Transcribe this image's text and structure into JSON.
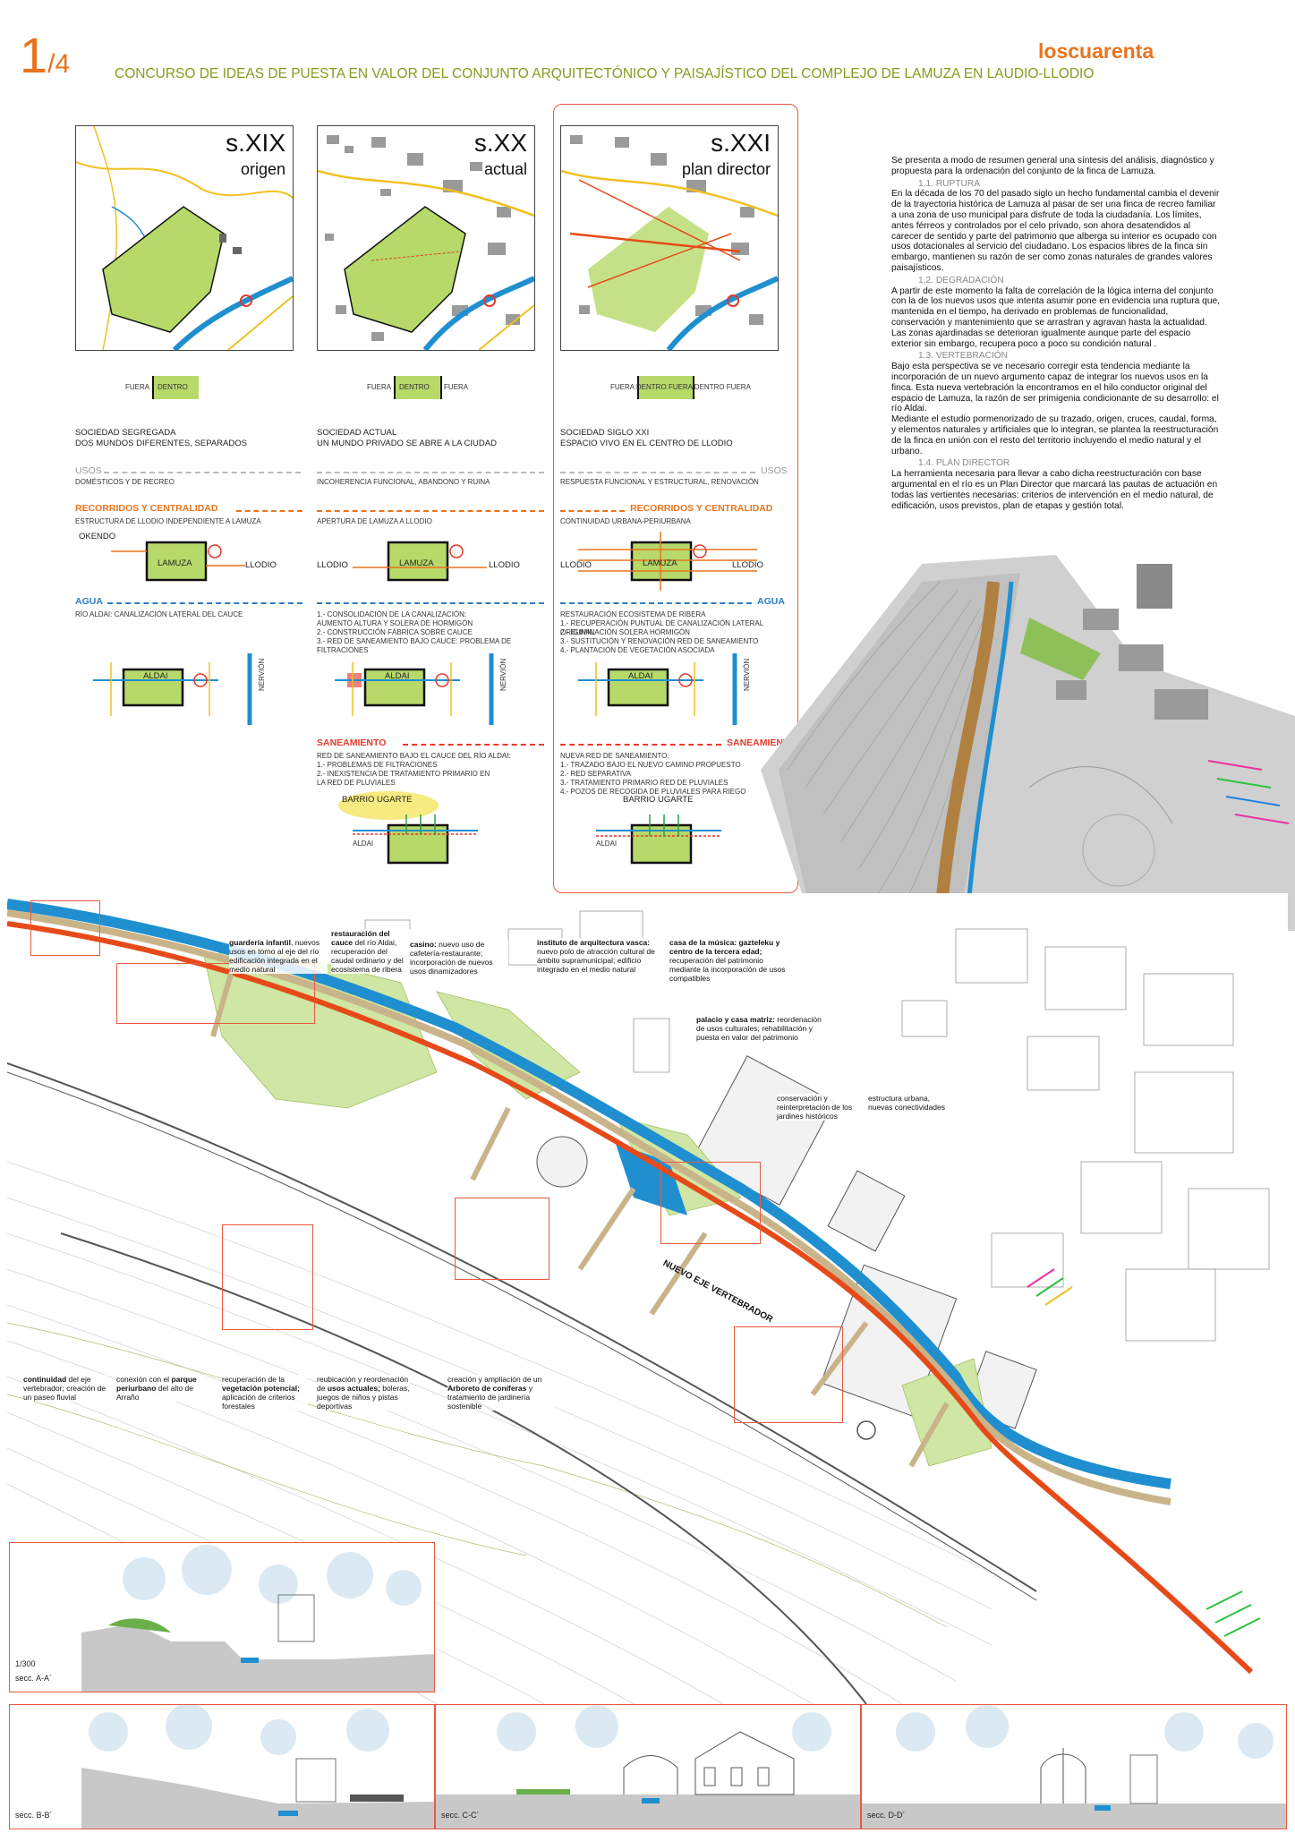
{
  "header": {
    "sheet_number": "1",
    "sheet_total": "/4",
    "title": "CONCURSO DE IDEAS DE PUESTA EN VALOR DEL CONJUNTO ARQUITECTÓNICO Y PAISAJÍSTICO DEL COMPLEJO DE LAMUZA EN LAUDIO-LLODIO",
    "brand": "loscuarenta"
  },
  "colors": {
    "brand_orange": "#e8741e",
    "accent_green": "#8a9a1e",
    "lawn_green": "#b6d96a",
    "river_blue": "#1f8fd0",
    "path_red": "#e64a19"
  },
  "maps": [
    {
      "era": "s.XIX",
      "subtitle": "origen"
    },
    {
      "era": "s.XX",
      "subtitle": "actual"
    },
    {
      "era": "s.XXI",
      "subtitle": "plan director"
    }
  ],
  "schemes": {
    "col1": {
      "fuera": "FUERA",
      "dentro": "DENTRO",
      "society_a": "SOCIEDAD SEGREGADA",
      "society_b": "DOS MUNDOS DIFERENTES, SEPARADOS",
      "usos_h": "USOS",
      "usos_t": "DOMÉSTICOS Y DE RECREO",
      "rec_h": "RECORRIDOS Y CENTRALIDAD",
      "rec_t": "ESTRUCTURA DE LLODIO INDEPENDIENTE A LAMUZA",
      "okendo": "OKENDO",
      "lamuza": "LAMUZA",
      "llodio": "LLODIO",
      "agua_h": "AGUA",
      "agua_t": "RÍO ALDAI: CANALIZACIÓN LATERAL DEL CAUCE",
      "aldai": "ALDAI",
      "nervion": "NERVIÓN"
    },
    "col2": {
      "fuera": "FUERA",
      "dentro": "DENTRO",
      "fuera2": "FUERA",
      "society_a": "SOCIEDAD ACTUAL",
      "society_b": "UN MUNDO PRIVADO SE ABRE A LA CIUDAD",
      "usos_t": "INCOHERENCIA FUNCIONAL, ABANDONO Y RUINA",
      "rec_t": "APERTURA DE LAMUZA A LLODIO",
      "llodio": "LLODIO",
      "lamuza": "LAMUZA",
      "llodio2": "LLODIO",
      "agua_list": [
        "1.- CONSOLIDACIÓN DE LA CANALIZACIÓN: AUMENTO ALTURA Y SOLERA DE HORMIGÓN",
        "2.- CONSTRUCCIÓN FÁBRICA SOBRE CAUCE",
        "3.- RED DE SANEAMIENTO BAJO CAUCE: PROBLEMA DE FILTRACIONES"
      ],
      "aldai": "ALDAI",
      "nervion": "NERVIÓN",
      "san_h": "SANEAMIENTO",
      "san_t": "RED DE SANEAMIENTO BAJO EL CAUCE DEL RÍO ALDAI:",
      "san_list": [
        "1.- PROBLEMAS DE FILTRACIONES",
        "2.- INEXISTENCIA DE TRATAMIENTO PRIMARIO EN LA RED DE PLUVIALES"
      ],
      "barrio": "BARRIO UGARTE",
      "aldai2": "ALDAI"
    },
    "col3": {
      "fuera_row": "FUERA DENTRO FUERA DENTRO FUERA",
      "society_a": "SOCIEDAD SIGLO XXI",
      "society_b": "ESPACIO VIVO EN EL CENTRO DE LLODIO",
      "usos_h": "USOS",
      "usos_t": "RESPUESTA FUNCIONAL Y ESTRUCTURAL, RENOVACIÓN",
      "rec_h": "RECORRIDOS Y CENTRALIDAD",
      "rec_t": "CONTINUIDAD URBANA-PERIURBANA",
      "llodio": "LLODIO",
      "lamuza": "LAMUZA",
      "llodio2": "LLODIO",
      "agua_h": "AGUA",
      "agua_list": [
        "RESTAURACIÓN ECOSISTEMA DE RIBERA",
        "1.- RECUPERACIÓN PUNTUAL DE CANALIZACIÓN LATERAL ORIGINAL",
        "2.- ELIMINACIÓN SOLERA HORMIGÓN",
        "3.- SUSTITUCIÓN Y RENOVACIÓN RED DE SANEAMIENTO",
        "4.- PLANTACIÓN DE VEGETACIÓN ASOCIADA"
      ],
      "aldai": "ALDAI",
      "nervion": "NERVIÓN",
      "san_h": "SANEAMIENTO",
      "san_t": "NUEVA RED DE SANEAMIENTO:",
      "san_list": [
        "1.- TRAZADO BAJO EL NUEVO CAMINO PROPUESTO",
        "2.- RED SEPARATIVA",
        "3.- TRATAMIENTO PRIMARIO RED DE PLUVIALES",
        "4.- POZOS DE RECOGIDA DE PLUVIALES PARA RIEGO"
      ],
      "barrio": "BARRIO UGARTE",
      "aldai2": "ALDAI"
    }
  },
  "intro": {
    "lead": "Se presenta a modo de resumen general una síntesis del análisis, diagnóstico y propuesta para  la ordenación del conjunto de la finca de Lamuza.",
    "sections": [
      {
        "head": "1.1.    RUPTURA",
        "body": "En la década de los 70 del pasado siglo un hecho fundamental cambia el devenir de la trayectoria histórica de Lamuza al pasar de ser una finca de recreo familiar a una zona de uso municipal para disfrute de toda la ciudadanía. Los límites, antes férreos y controlados por el celo privado, son ahora desatendidos al carecer de sentido y parte del patrimonio que alberga su interior es ocupado con usos dotacionales al servicio del ciudadano. Los espacios libres de la finca sin embargo, mantienen su razón de ser como zonas naturales de grandes valores paisajísticos."
      },
      {
        "head": "1.2.    DEGRADACIÓN",
        "body": "A partir de este momento la falta de correlación de la lógica interna del conjunto con la de los nuevos usos que intenta asumir pone en evidencia una ruptura que,  mantenida en el tiempo, ha derivado en problemas de funcionalidad, conservación y mantenimiento que se arrastran y agravan hasta la actualidad. Las zonas ajardinadas se deterioran igualmente aunque parte del espacio exterior sin embargo, recupera poco a poco su condición natural ."
      },
      {
        "head": "1.3.    VERTEBRACIÓN",
        "body": "Bajo esta perspectiva se ve necesario corregir esta tendencia mediante la incorporación de un nuevo argumento capaz de integrar los nuevos usos en la finca. Esta nueva vertebración la encontramos en el hilo conductor original del espacio de Lamuza, la razón de ser primigenia condicionante de su desarrollo: el río Aldai.\nMediante el estudio pormenorizado de su trazado, origen, cruces, caudal, forma, y elementos naturales y artificiales que lo integran, se plantea la reestructuración de la finca en unión con el resto del territorio incluyendo el medio natural y el urbano."
      },
      {
        "head": "1.4.    PLAN DIRECTOR",
        "body": "La herramienta  necesaria para llevar a cabo dicha reestructuración con base argumental en el río es un Plan Director que marcará las pautas de actuación en todas las vertientes necesarias: criterios de intervención en el medio natural, de edificación, usos previstos, plan de etapas y gestión total."
      }
    ]
  },
  "plan_notes": {
    "guarderia": {
      "b": "guardería infantil",
      "t": ", nuevos usos en torno al eje del río edificación integrada en el medio natural"
    },
    "restauracion": {
      "b": "restauración del cauce",
      "t": " del río Aldai, recuperación del caudal ordinario y del ecosistema de ribera"
    },
    "casino": {
      "b": "casino:",
      "t": " nuevo uso de cafetería-restaurante; incorporación de nuevos usos dinamizadores"
    },
    "instituto": {
      "b": "instituto de arquitectura vasca:",
      "t": " nuevo polo de atracción cultural de ámbito supramunicipal; edificio integrado en el medio natural"
    },
    "casa_musica": {
      "b": "casa de la música: gazteleku y centro de la tercera edad;",
      "t": " recuperación del patrimonio mediante la incorporación de usos compatibles"
    },
    "palacio": {
      "b": "palacio y casa matriz:",
      "t": " reordenación de usos culturales; rehabilitación y puesta en valor del patrimonio"
    },
    "conservacion": {
      "t": "conservación y reinterpretación de los jardines históricos"
    },
    "estructura": {
      "t": "estructura urbana, nuevas conectividades"
    },
    "continuidad": {
      "b": "continuidad",
      "t": " del eje vertebrador; creación de un paseo fluvial"
    },
    "conexion": {
      "pre": "conexión con el ",
      "b": "parque periurbano",
      "t": " del alto de Arraño"
    },
    "recuperacion": {
      "pre": "recuperación de la ",
      "b": "vegetación potencial;",
      "t": " aplicación de criterios forestales"
    },
    "reubicacion": {
      "pre": "reubicación y reordenación de ",
      "b": "usos actuales;",
      "t": " boleras, juegos de niños y pistas deportivas"
    },
    "arboreto": {
      "pre": "creación y ampliación de un ",
      "b": "Arboreto de coníferas",
      "t": " y tratamiento de jardinería sostenible"
    },
    "eje_label": "NUEVO EJE VERTEBRADOR"
  },
  "sections_strip": {
    "scale": "1/300",
    "a": "secc. A-A´",
    "b": "secc. B-B´",
    "c": "secc. C-C´",
    "d": "secc. D-D´"
  }
}
